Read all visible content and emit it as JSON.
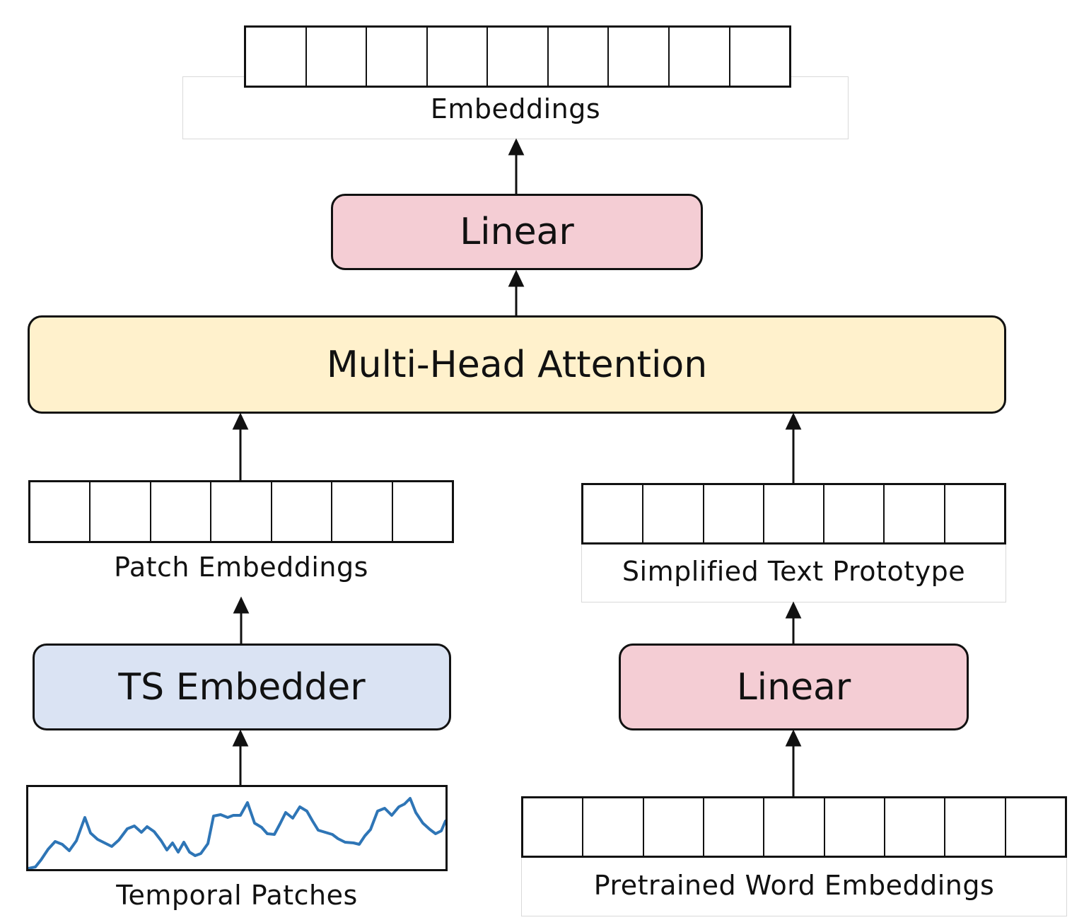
{
  "top": {
    "label": "Embeddings"
  },
  "linear_top": {
    "label": "Linear"
  },
  "attention": {
    "label": "Multi-Head Attention"
  },
  "patch_embeddings": {
    "label": "Patch Embeddings"
  },
  "text_prototype": {
    "label": "Simplified Text Prototype"
  },
  "ts_embedder": {
    "label": "TS Embedder"
  },
  "linear_bottom": {
    "label": "Linear"
  },
  "temporal_patches": {
    "label": "Temporal Patches"
  },
  "word_embeddings": {
    "label": "Pretrained Word Embeddings"
  },
  "colors": {
    "linear_fill": "#f4cdd4",
    "attention_fill": "#fff1cc",
    "embedder_fill": "#dae3f3",
    "series_line": "#2e75b6",
    "stroke": "#111111"
  }
}
